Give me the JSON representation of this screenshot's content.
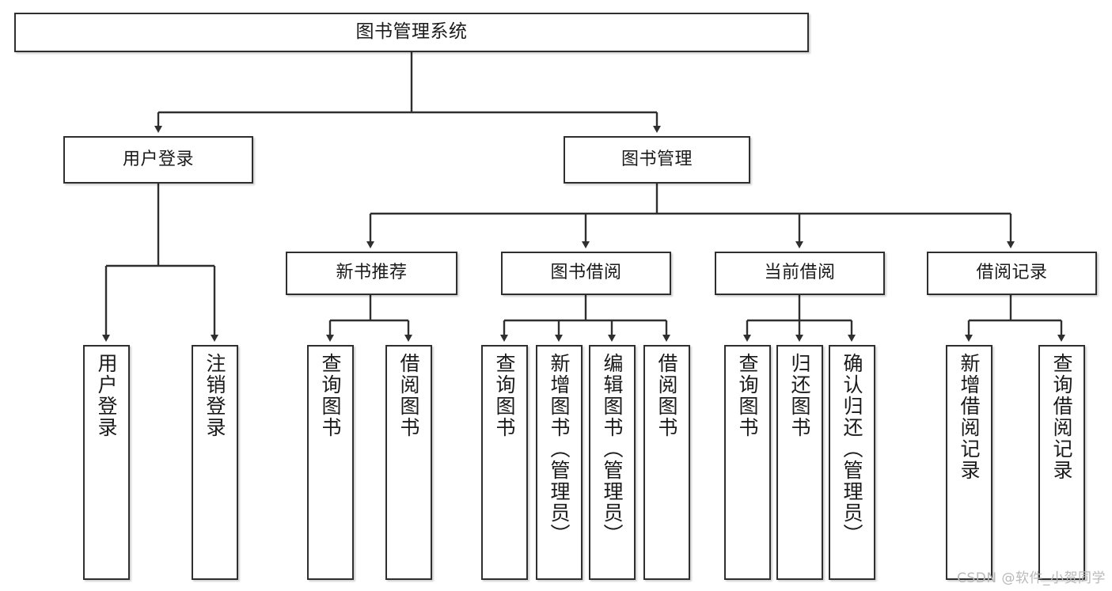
{
  "diagram": {
    "title": "图书管理系统",
    "type": "tree-hierarchy-chart",
    "watermark": "CSDN @软件_小贺同学",
    "colors": {
      "background": "#ffffff",
      "border": "#2f2f2f",
      "text": "#1a1a1a",
      "edge": "#2f2f2f",
      "watermark": "#b9b9b9"
    },
    "nodes": {
      "root": {
        "label": "图书管理系统"
      },
      "level1": [
        {
          "label": "用户登录"
        },
        {
          "label": "图书管理"
        }
      ],
      "level2": [
        {
          "label": "新书推荐"
        },
        {
          "label": "图书借阅"
        },
        {
          "label": "当前借阅"
        },
        {
          "label": "借阅记录"
        }
      ],
      "leaves_user_login": [
        {
          "label": "用户登录"
        },
        {
          "label": "注销登录"
        }
      ],
      "leaves_new_book": [
        {
          "label": "查询图书"
        },
        {
          "label": "借阅图书"
        }
      ],
      "leaves_borrow": [
        {
          "label": "查询图书"
        },
        {
          "label": "新增图书（管理员）"
        },
        {
          "label": "编辑图书（管理员）"
        },
        {
          "label": "借阅图书"
        }
      ],
      "leaves_current": [
        {
          "label": "查询图书"
        },
        {
          "label": "归还图书"
        },
        {
          "label": "确认归还（管理员）"
        }
      ],
      "leaves_records": [
        {
          "label": "新增借阅记录"
        },
        {
          "label": "查询借阅记录"
        }
      ]
    }
  }
}
